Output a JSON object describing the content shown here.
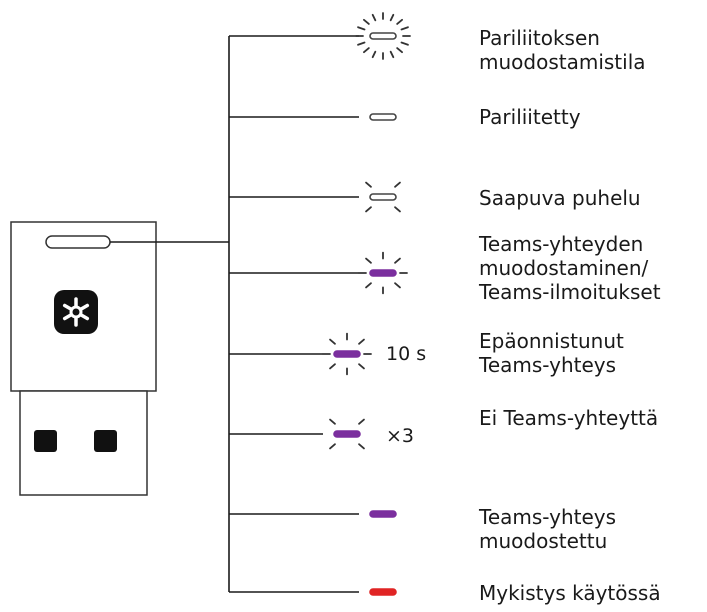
{
  "title": "",
  "colors": {
    "line": "#1a1a1a",
    "led_off": "#ffffff",
    "led_white_stroke": "#444444",
    "purple": "#7b2f9e",
    "red": "#e02424"
  },
  "device": {
    "logo_icon": "teams-snowflake-icon"
  },
  "states": [
    {
      "label_lines": [
        "Pariliitoksen",
        "muodostamistila"
      ],
      "led_color": "white",
      "effect": "full-burst",
      "note": ""
    },
    {
      "label_lines": [
        "Pariliitetty"
      ],
      "led_color": "white",
      "effect": "none",
      "note": ""
    },
    {
      "label_lines": [
        "Saapuva puhelu"
      ],
      "led_color": "white",
      "effect": "diagonal-burst",
      "note": ""
    },
    {
      "label_lines": [
        "Teams-yhteyden",
        "muodostaminen/",
        "Teams-ilmoitukset"
      ],
      "led_color": "purple",
      "effect": "blink",
      "note": ""
    },
    {
      "label_lines": [
        "Epäonnistunut",
        "Teams-yhteys"
      ],
      "led_color": "purple",
      "effect": "blink",
      "note": "10 s"
    },
    {
      "label_lines": [
        "Ei Teams-yhteyttä"
      ],
      "led_color": "purple",
      "effect": "diagonal-burst",
      "note": "×3"
    },
    {
      "label_lines": [
        "Teams-yhteys",
        "muodostettu"
      ],
      "led_color": "purple",
      "effect": "none",
      "note": ""
    },
    {
      "label_lines": [
        "Mykistys käytössä"
      ],
      "led_color": "red",
      "effect": "none",
      "note": ""
    }
  ]
}
